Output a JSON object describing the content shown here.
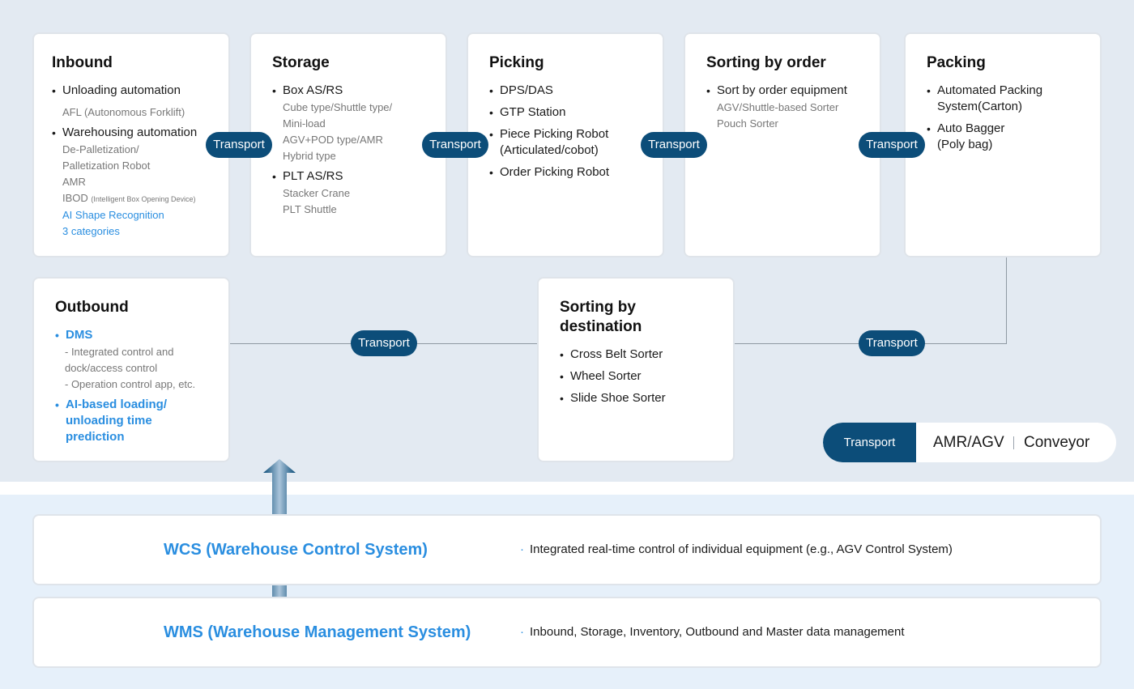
{
  "cards": {
    "inbound": {
      "title": "Inbound",
      "item1": "Unloading automation",
      "item1_sub1": "AFL (Autonomous Forklift)",
      "item2": "Warehousing automation",
      "item2_sub1": "De-Palletization/",
      "item2_sub2": "Palletization Robot",
      "item2_sub3": "AMR",
      "item2_sub4": "IBOD",
      "item2_sub4_small": "(Intelligent Box Opening Device)",
      "item2_sub5": "AI Shape Recognition",
      "item2_sub6": "3 categories"
    },
    "storage": {
      "title": "Storage",
      "item1": "Box AS/RS",
      "item1_sub1": "Cube type/Shuttle type/",
      "item1_sub2": "Mini-load",
      "item1_sub3": "AGV+POD type/AMR",
      "item1_sub4": "Hybrid type",
      "item2": "PLT AS/RS",
      "item2_sub1": "Stacker Crane",
      "item2_sub2": "PLT Shuttle"
    },
    "picking": {
      "title": "Picking",
      "item1": "DPS/DAS",
      "item2": "GTP Station",
      "item3_line1": "Piece Picking Robot",
      "item3_line2": "(Articulated/cobot)",
      "item4": "Order Picking Robot"
    },
    "sorting_order": {
      "title": "Sorting by order",
      "item1": "Sort by order equipment",
      "item1_sub1": "AGV/Shuttle-based Sorter",
      "item1_sub2": "Pouch Sorter"
    },
    "packing": {
      "title": "Packing",
      "item1_line1": "Automated Packing",
      "item1_line2": "System(Carton)",
      "item2_line1": "Auto Bagger",
      "item2_line2": "(Poly bag)"
    },
    "outbound": {
      "title": "Outbound",
      "item1": "DMS",
      "item1_sub1": "- Integrated control and",
      "item1_sub2": "dock/access control",
      "item1_sub3": "- Operation control app, etc.",
      "item2_line1": "AI-based loading/",
      "item2_line2": "unloading time",
      "item2_line3": "prediction"
    },
    "sorting_dest": {
      "title_line1": "Sorting by",
      "title_line2": "destination",
      "item1": "Cross Belt Sorter",
      "item2": "Wheel Sorter",
      "item3": "Slide Shoe Sorter"
    }
  },
  "transport_label": "Transport",
  "legend": {
    "pill": "Transport",
    "option1": "AMR/AGV",
    "option2": "Conveyor"
  },
  "systems": {
    "wcs": {
      "name": "WCS (Warehouse Control System)",
      "bullet": "·",
      "desc": "Integrated real-time control of individual equipment (e.g., AGV Control System)"
    },
    "wms": {
      "name": "WMS (Warehouse Management System)",
      "bullet": "·",
      "desc": "Inbound, Storage, Inventory, Outbound and Master data management"
    }
  },
  "colors": {
    "pill_bg": "#0c4d79",
    "accent_blue": "#2a8ee0",
    "top_bg": "#e3eaf2",
    "bottom_bg": "#e6f0fa"
  }
}
